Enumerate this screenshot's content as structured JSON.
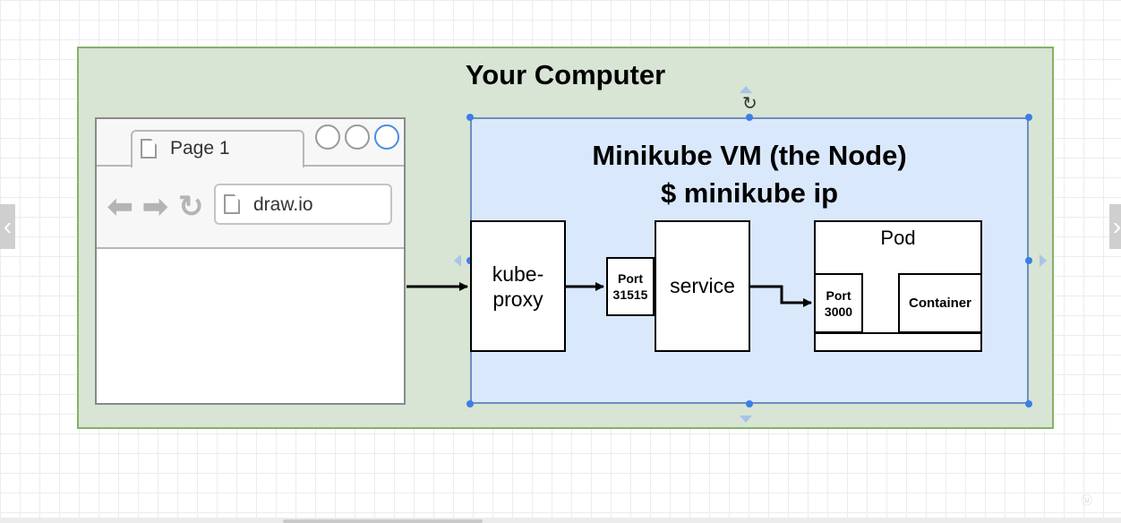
{
  "diagram": {
    "outer_title": "Your Computer",
    "browser": {
      "tab_label": "Page 1",
      "url": "draw.io"
    },
    "node": {
      "title_line1": "Minikube VM (the Node)",
      "title_line2": "$ minikube ip"
    },
    "kube_proxy": {
      "line1": "kube-",
      "line2": "proxy"
    },
    "port_node": {
      "line1": "Port",
      "line2": "31515"
    },
    "service": "service",
    "pod": {
      "label": "Pod",
      "port": {
        "line1": "Port",
        "line2": "3000"
      },
      "container": "Container"
    }
  },
  "colors": {
    "outer_fill": "#d8e4d4",
    "outer_stroke": "#83b266",
    "node_fill": "#dae8fb",
    "node_stroke": "#6c8ebf",
    "selection_handle": "#3b7ee8"
  },
  "icons": {
    "back": "arrow-left-icon",
    "forward": "arrow-right-icon",
    "reload": "reload-icon",
    "page": "document-icon",
    "rotate": "rotate-icon"
  }
}
